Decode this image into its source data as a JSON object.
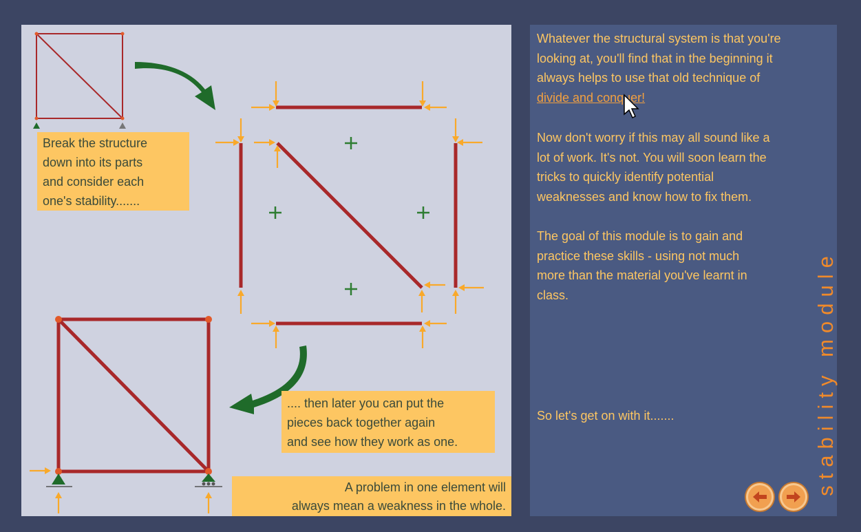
{
  "notes": {
    "note1": [
      "Break the structure",
      "down into its parts",
      "and consider each",
      "one's stability......."
    ],
    "note2": [
      ".... then later you can put the",
      "pieces back together again",
      "and see how they work as one."
    ],
    "note3": [
      "A problem in one element will",
      "always mean a weakness in the whole."
    ]
  },
  "text_panel": {
    "para1_lines": [
      "Whatever the structural system is that you're",
      "looking at, you'll find that in the beginning it",
      "always helps to use that old technique of"
    ],
    "link_text": "divide and conquer!",
    "para2_lines": [
      "Now don't worry if this may all sound like a",
      "lot of work.  It's not.  You will soon learn the",
      "tricks to quickly identify potential",
      "weaknesses and know how to fix them."
    ],
    "para3_lines": [
      "The goal of this module is to gain and",
      "practice these skills - using not much",
      "more than the material you've learnt in",
      "class."
    ],
    "para4": "So let's get on with it.......",
    "vertical_title": "stability module"
  },
  "nav": {
    "prev_icon": "arrow-left-icon",
    "next_icon": "arrow-right-icon"
  },
  "colors": {
    "background": "#3c4563",
    "diagram_panel": "#cfd2e0",
    "text_panel": "#4a5a82",
    "member": "#a8282a",
    "force_arrow": "#f9a92a",
    "note": "#fdc662",
    "text": "#fdc662",
    "curved_arrow": "#1f6b2a",
    "plus_sign": "#2e7d32"
  }
}
